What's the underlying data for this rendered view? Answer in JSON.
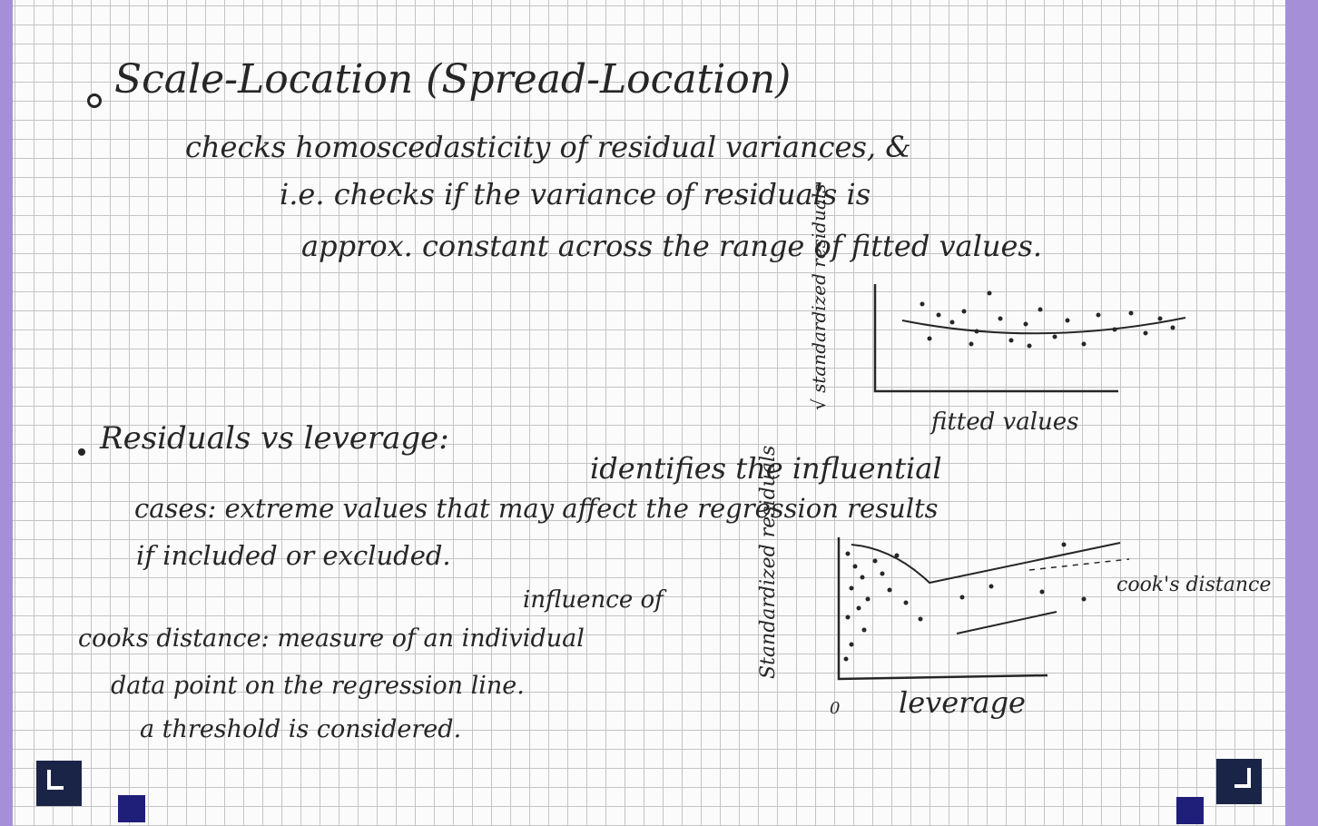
{
  "sections": {
    "scale_location": {
      "title": "Scale-Location (Spread-Location)",
      "line1": "checks homoscedasticity of residual variances, &",
      "line2": "i.e. checks if the variance of residuals is",
      "line3": "approx. constant across the range of fitted values.",
      "sketch": {
        "y_label": "√ standardized residuals",
        "x_label": "fitted values"
      }
    },
    "residuals_leverage": {
      "title": "Residuals vs leverage:",
      "line1": "identifies the influential",
      "line2": "cases: extreme values that may affect the regression results",
      "line3": "if included or excluded.",
      "cooks_line0": "influence of",
      "cooks_line1": "cooks distance: measure of an individual",
      "cooks_line2": "data point on the regression line.",
      "cooks_line3": "a threshold is considered.",
      "sketch": {
        "y_label": "Standardized residuals",
        "x_label": "leverage",
        "origin": "0",
        "curve_label": "cook's distance"
      }
    }
  }
}
